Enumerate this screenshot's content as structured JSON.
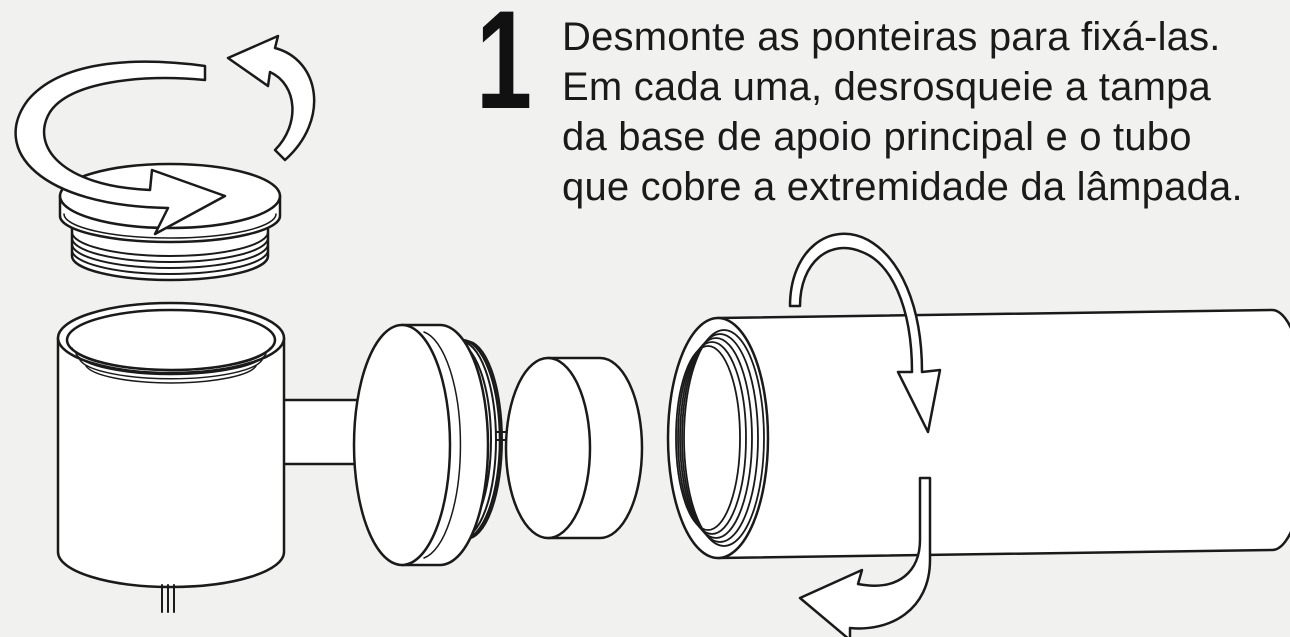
{
  "step": {
    "number": "1",
    "lines": [
      "Desmonte as ponteiras para fixá-las.",
      "Em cada uma, desrosqueie a tampa",
      "da base de apoio principal e o tubo",
      "que cobre a extremidade da lâmpada."
    ]
  },
  "colors": {
    "background": "#f1f1ef",
    "line": "#1a1a1a",
    "fill": "#ffffff"
  }
}
